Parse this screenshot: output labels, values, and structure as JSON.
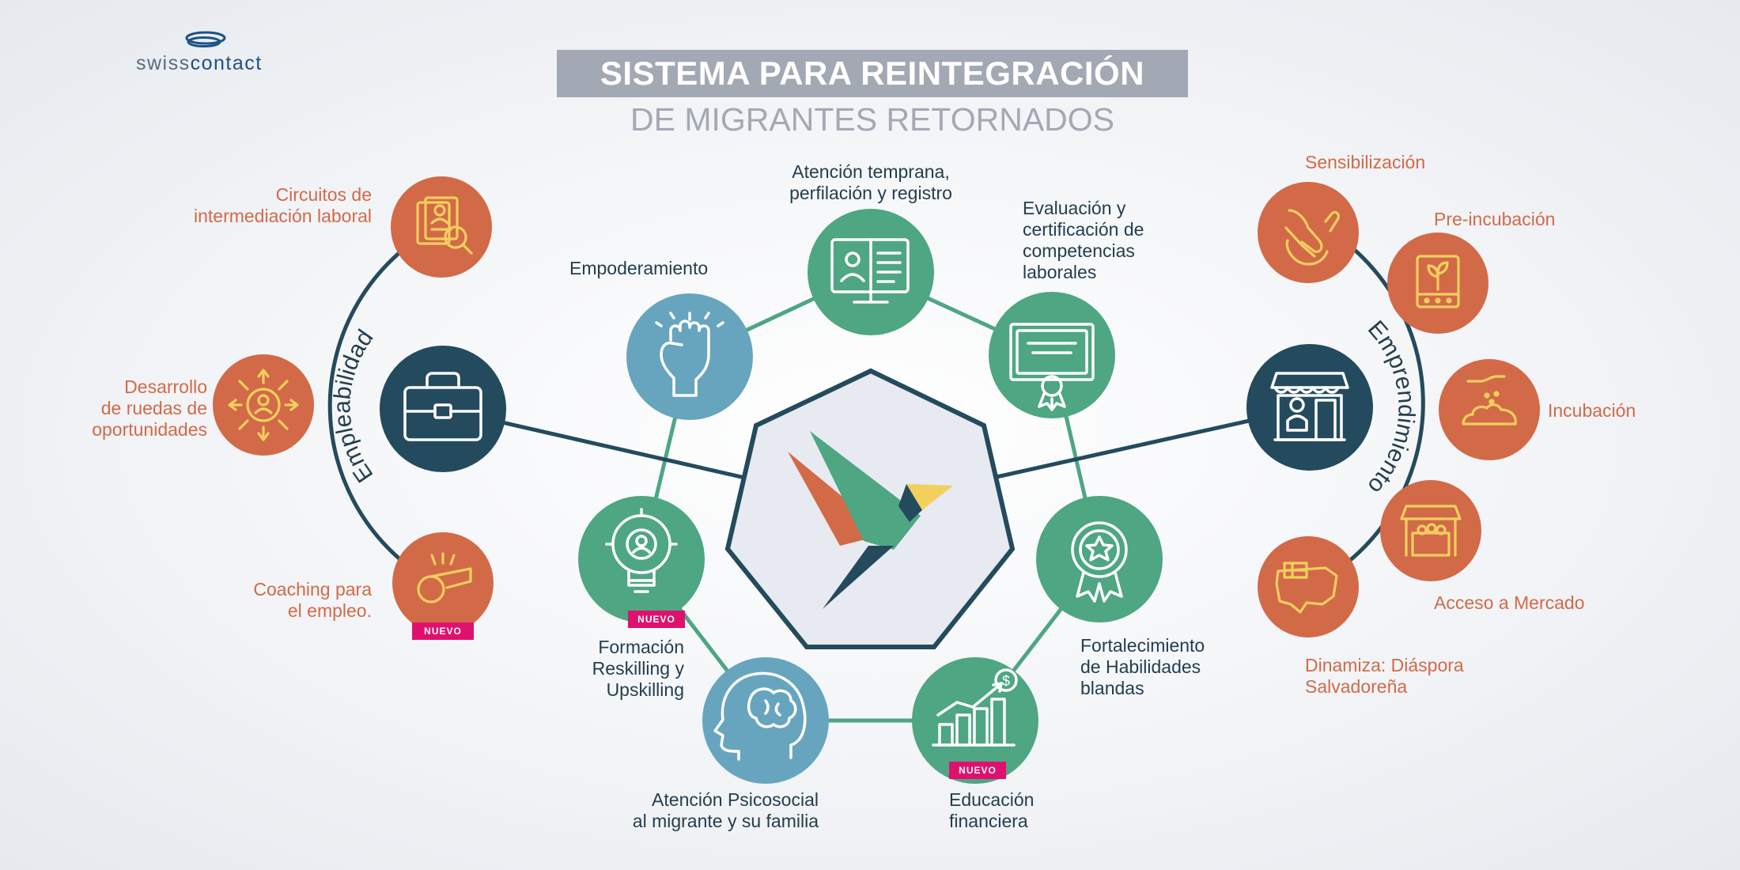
{
  "brand": {
    "logo_part1": "swiss",
    "logo_part2": "contact"
  },
  "title": {
    "line1": "SISTEMA PARA REINTEGRACIÓN",
    "line2": "DE MIGRANTES RETORNADOS"
  },
  "colors": {
    "navy": "#244a5d",
    "green": "#4ea683",
    "blue": "#67a5bf",
    "orange": "#d26a48",
    "yellow": "#f3cf5e",
    "pink": "#e0106f",
    "title_gray": "#a3a9b4"
  },
  "branches": {
    "left": "Empleabilidad",
    "right": "Emprendimiento"
  },
  "center": {
    "early_attention": "Atención temprana,\nperfilación y registro",
    "evaluation": "Evaluación y\ncertificación de\ncompetencias\nlaborales",
    "empowerment": "Empoderamiento",
    "training": "Formación\nReskilling  y\nUpskilling",
    "soft_skills": "Fortalecimiento\nde Habilidades\nblandas",
    "psychosocial": "Atención Psicosocial\nal migrante y su familia",
    "financial": "Educación\nfinanciera"
  },
  "left_items": {
    "circuits": "Circuitos de\nintermediación laboral",
    "opportunities": "Desarrollo\nde ruedas de\noportunidades",
    "coaching": "Coaching para\nel empleo."
  },
  "right_items": {
    "awareness": "Sensibilización",
    "preincubation": "Pre-incubación",
    "incubation": "Incubación",
    "market": "Acceso a Mercado",
    "diaspora": "Dinamiza: Diáspora\nSalvadoreña"
  },
  "badges": {
    "new": "NUEVO"
  }
}
